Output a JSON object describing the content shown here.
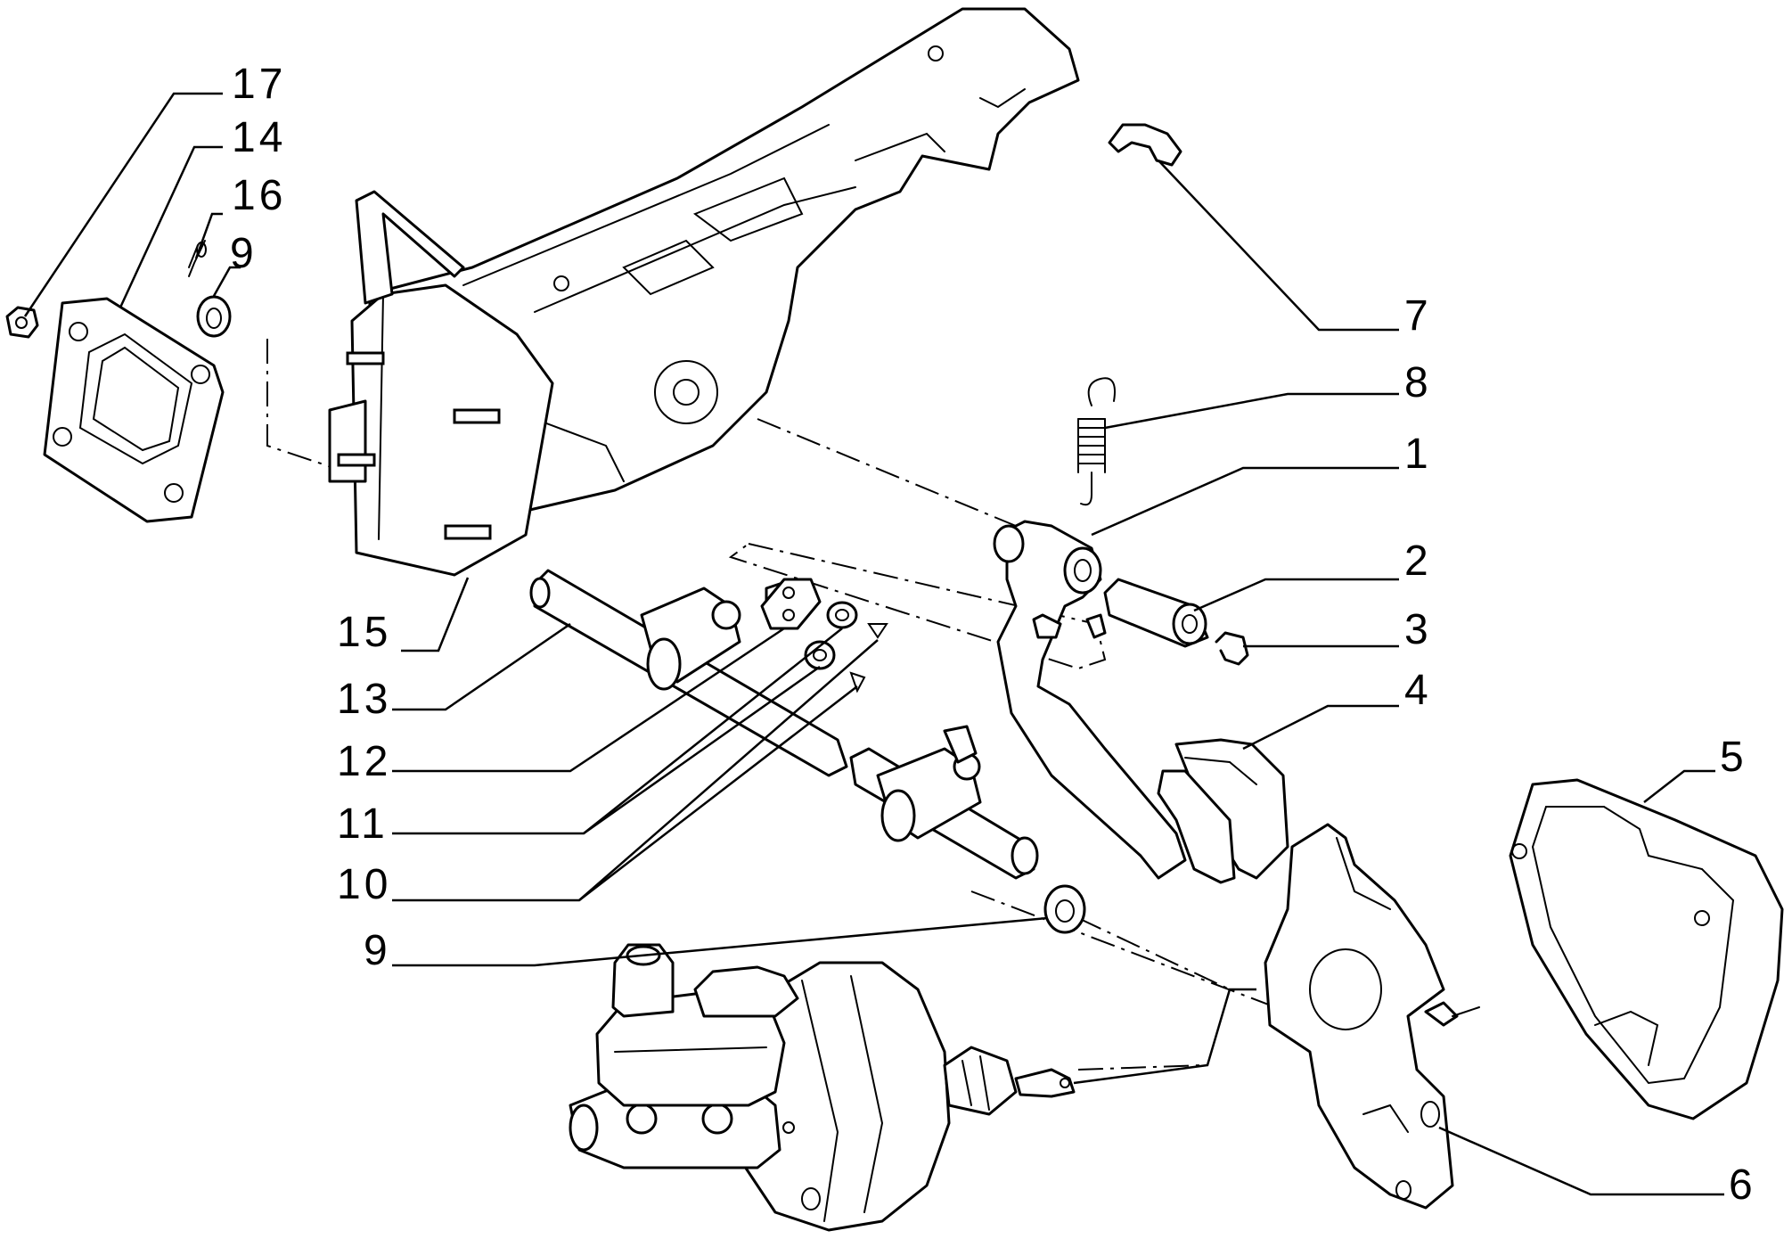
{
  "callouts": [
    {
      "id": "c17",
      "label": "17"
    },
    {
      "id": "c14",
      "label": "14"
    },
    {
      "id": "c16",
      "label": "16"
    },
    {
      "id": "c9a",
      "label": "9"
    },
    {
      "id": "c7",
      "label": "7"
    },
    {
      "id": "c8",
      "label": "8"
    },
    {
      "id": "c1",
      "label": "1"
    },
    {
      "id": "c2",
      "label": "2"
    },
    {
      "id": "c3",
      "label": "3"
    },
    {
      "id": "c4",
      "label": "4"
    },
    {
      "id": "c5",
      "label": "5"
    },
    {
      "id": "c15",
      "label": "15"
    },
    {
      "id": "c13",
      "label": "13"
    },
    {
      "id": "c12",
      "label": "12"
    },
    {
      "id": "c11",
      "label": "11"
    },
    {
      "id": "c10",
      "label": "10"
    },
    {
      "id": "c9b",
      "label": "9"
    },
    {
      "id": "c6",
      "label": "6"
    }
  ]
}
